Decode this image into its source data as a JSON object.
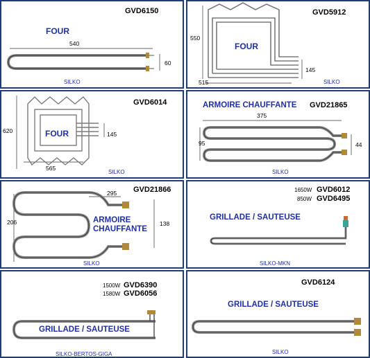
{
  "products": [
    {
      "code": "GVD6150",
      "title": "FOUR",
      "brand": "SILKO",
      "dims": {
        "width": "540",
        "height": "60"
      }
    },
    {
      "code": "GVD5912",
      "title": "FOUR",
      "brand": "SILKO",
      "dims": {
        "height": "550",
        "width": "515",
        "depth": "145"
      }
    },
    {
      "code": "GVD6014",
      "title": "FOUR",
      "brand": "SILKO",
      "dims": {
        "height": "620",
        "width": "565",
        "depth": "145"
      }
    },
    {
      "code": "GVD21865",
      "title": "ARMOIRE CHAUFFANTE",
      "brand": "SILKO",
      "dims": {
        "width": "375",
        "height": "95",
        "end": "44"
      }
    },
    {
      "code": "GVD21866",
      "title_line1": "ARMOIRE",
      "title_line2": "CHAUFFANTE",
      "brand": "SILKO",
      "dims": {
        "width": "295",
        "height": "206",
        "inner": "138"
      }
    },
    {
      "variants": [
        {
          "power": "1650W",
          "code": "GVD6012"
        },
        {
          "power": "850W",
          "code": "GVD6495"
        }
      ],
      "title": "GRILLADE / SAUTEUSE",
      "brand": "SILKO-MKN"
    },
    {
      "variants": [
        {
          "power": "1500W",
          "code": "GVD6390"
        },
        {
          "power": "1580W",
          "code": "GVD6056"
        }
      ],
      "title": "GRILLADE / SAUTEUSE",
      "brand": "SILKO-BERTOS-GIGA"
    },
    {
      "code": "GVD6124",
      "title": "GRILLADE / SAUTEUSE",
      "brand": "SILKO"
    }
  ]
}
